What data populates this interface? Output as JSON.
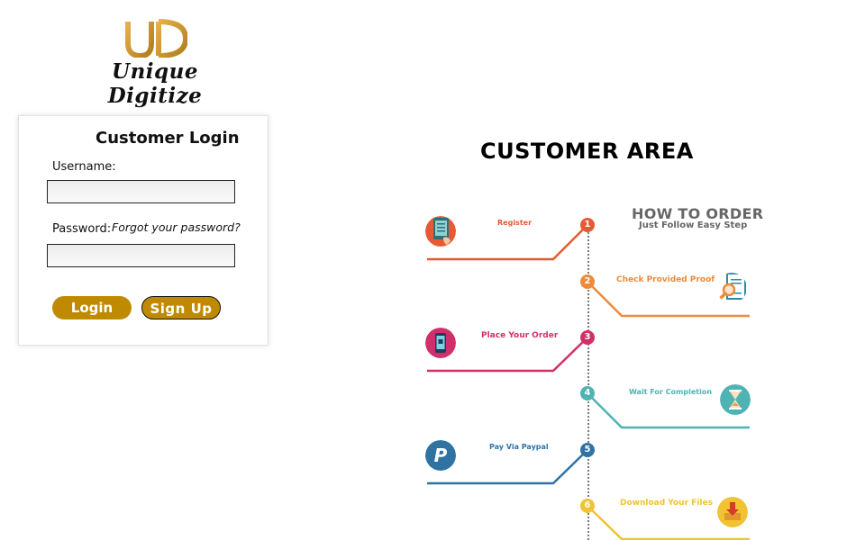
{
  "brand": {
    "logo_text": "Unique Digitize",
    "logo_color": "#c9952a"
  },
  "login": {
    "title": "Customer Login",
    "username_label": "Username:",
    "username_value": "",
    "password_label": "Password:",
    "password_value": "",
    "forgot_link": "Forgot your password?",
    "login_button": "Login",
    "signup_button": "Sign Up",
    "accent": "#c08a00"
  },
  "area": {
    "title": "CUSTOMER AREA",
    "howto_title": "HOW TO ORDER",
    "howto_subtitle": "Just Follow Easy Step",
    "steps": [
      {
        "num": "1",
        "label": "Register",
        "color": "#e55a35",
        "icon": "register-icon"
      },
      {
        "num": "2",
        "label": "Check Provided Proof",
        "color": "#ee8a3a",
        "icon": "magnifier-document-icon"
      },
      {
        "num": "3",
        "label": "Place Your Order",
        "color": "#d0306a",
        "icon": "mobile-order-icon"
      },
      {
        "num": "4",
        "label": "Wait For Completion",
        "color": "#4fb3b3",
        "icon": "hourglass-icon"
      },
      {
        "num": "5",
        "label": "Pay Via Paypal",
        "color": "#2f73a3",
        "icon": "paypal-icon"
      },
      {
        "num": "6",
        "label": "Download Your Files",
        "color": "#f1c232",
        "icon": "download-tray-icon"
      }
    ]
  }
}
